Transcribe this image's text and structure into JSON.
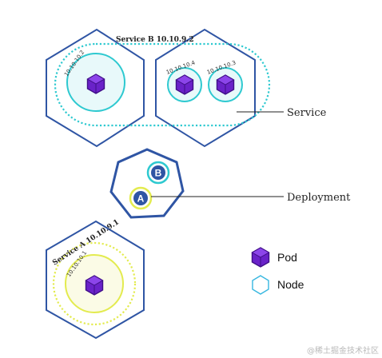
{
  "service_b": {
    "label": "Service B 10.10.9.2"
  },
  "service_a": {
    "label": "Service A  10.10.9.1"
  },
  "pods": {
    "left_top_ip": "10.10.10.2",
    "right_1_ip": "10.10.10.4",
    "right_2_ip": "10.10.10.3",
    "bottom_ip": "10.10.10.1"
  },
  "callouts": {
    "service": "Service",
    "deployment": "Deployment"
  },
  "deployment": {
    "badge_b": "B",
    "badge_a": "A"
  },
  "legend": {
    "pod": "Pod",
    "node": "Node"
  },
  "watermark": "@稀土掘金技术社区",
  "colors": {
    "node": "#2f55a4",
    "service_b": "#2ec9d0",
    "service_a": "#e3eb4f",
    "pod": "#6a22c9",
    "pod_dark": "#3f0f87",
    "pod_light": "#8c45ea",
    "node_legend": "#37b7e0"
  }
}
